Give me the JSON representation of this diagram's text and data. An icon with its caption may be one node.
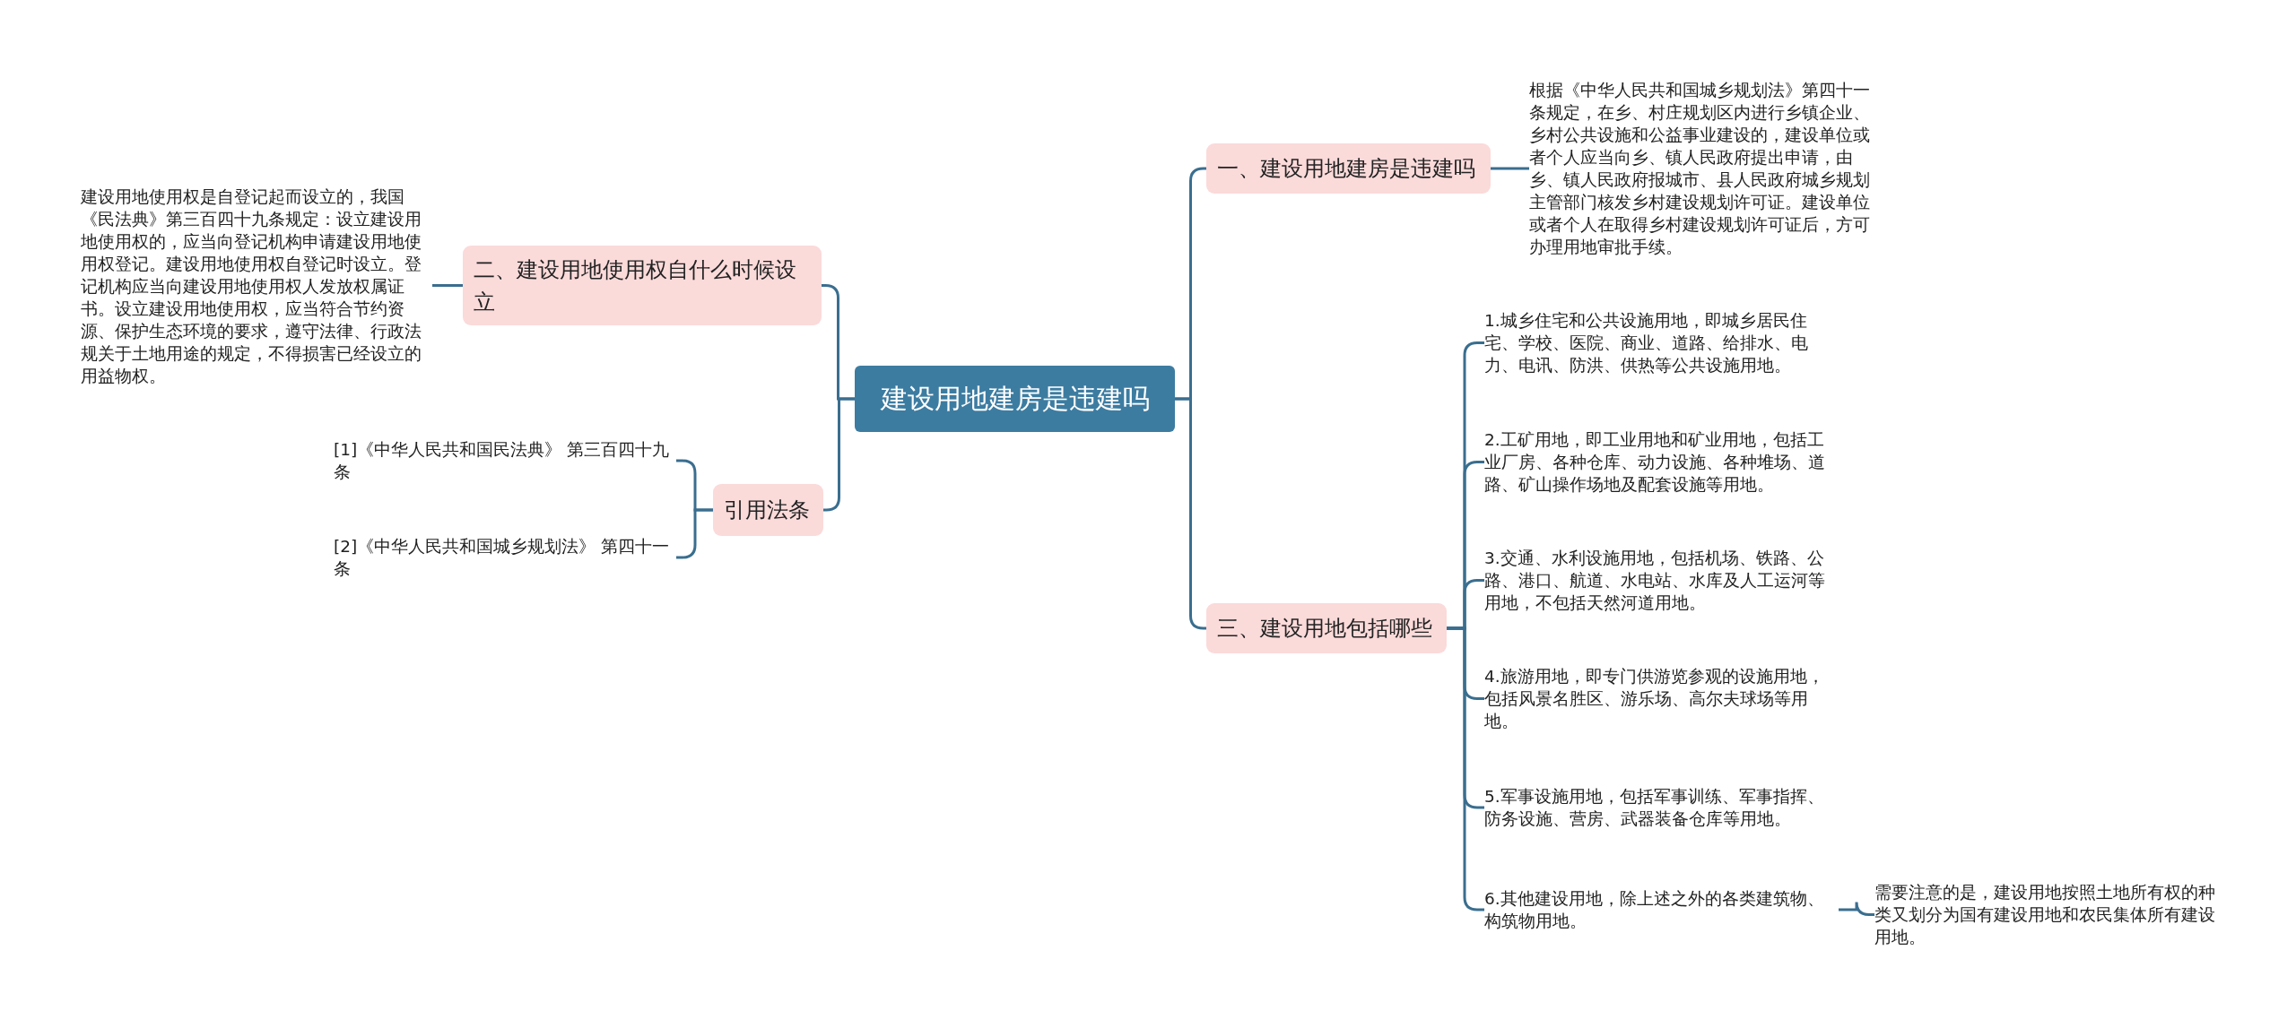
{
  "diagram": {
    "nodes": [
      {
        "text": [
          "建设用地建房是违建吗"
        ]
      },
      {
        "text": [
          "一、建设用地建房是违建吗"
        ]
      },
      {
        "text": [
          "根据《中华人民共和国城乡规划法》第四十一条规定，在乡、村庄规划区内进行乡镇企业、乡村公共设施和公益事业建设的，建设单位或者个人应当向乡、镇人民政府提出申请，由乡、镇人民政府报城市、县人民政府城乡规划主管部门核发乡村建设规划许可证。建设单位或者个人在取得乡村建设规划许可证后，方可办理用地审批手续。"
        ]
      },
      {
        "text": [
          "二、建设用地使用权自什么时候设立"
        ]
      },
      {
        "text": [
          "建设用地使用权是自登记起而设立的，我国《民法典》第三百四十九条规定：设立建设用地使用权的，应当向登记机构申请建设用地使用权登记。建设用地使用权自登记时设立。登记机构应当向建设用地使用权人发放权属证书。设立建设用地使用权，应当符合节约资源、保护生态环境的要求，遵守法律、行政法规关于土地用途的规定，不得损害已经设立的用益物权。"
        ]
      },
      {
        "text": [
          "引用法条"
        ]
      },
      {
        "text": [
          "[1]《中华人民共和国民法典》 第三百四十九条"
        ]
      },
      {
        "text": [
          "[2]《中华人民共和国城乡规划法》 第四十一条"
        ]
      },
      {
        "text": [
          "三、建设用地包括哪些"
        ]
      },
      {
        "text": [
          "1.城乡住宅和公共设施用地，即城乡居民住宅、学校、医院、商业、道路、给排水、电力、电讯、防洪、供热等公共设施用地。"
        ]
      },
      {
        "text": [
          "2.工矿用地，即工业用地和矿业用地，包括工业厂房、各种仓库、动力设施、各种堆场、道路、矿山操作场地及配套设施等用地。"
        ]
      },
      {
        "text": [
          "3.交通、水利设施用地，包括机场、铁路、公路、港口、航道、水电站、水库及人工运河等用地，不包括天然河道用地。"
        ]
      },
      {
        "text": [
          "4.旅游用地，即专门供游览参观的设施用地，包括风景名胜区、游乐场、高尔夫球场等用地。"
        ]
      },
      {
        "text": [
          "5.军事设施用地，包括军事训练、军事指挥、防务设施、营房、武器装备仓库等用地。"
        ]
      },
      {
        "text": [
          "6.其他建设用地，除上述之外的各类建筑物、构筑物用地。"
        ]
      },
      {
        "text": [
          "需要注意的是，建设用地按照土地所有权的种类又划分为国有建设用地和农民集体所有建设用地。"
        ]
      }
    ],
    "edges": [
      {
        "from": 0,
        "to": 1,
        "arrow": "none"
      },
      {
        "from": 1,
        "to": 2,
        "arrow": "none"
      },
      {
        "from": 0,
        "to": 3,
        "arrow": "none"
      },
      {
        "from": 3,
        "to": 4,
        "arrow": "none"
      },
      {
        "from": 0,
        "to": 5,
        "arrow": "none"
      },
      {
        "from": 5,
        "to": 6,
        "arrow": "none"
      },
      {
        "from": 5,
        "to": 7,
        "arrow": "none"
      },
      {
        "from": 0,
        "to": 8,
        "arrow": "none"
      },
      {
        "from": 8,
        "to": 9,
        "arrow": "none"
      },
      {
        "from": 8,
        "to": 10,
        "arrow": "none"
      },
      {
        "from": 8,
        "to": 11,
        "arrow": "none"
      },
      {
        "from": 8,
        "to": 12,
        "arrow": "none"
      },
      {
        "from": 8,
        "to": 13,
        "arrow": "none"
      },
      {
        "from": 8,
        "to": 14,
        "arrow": "none"
      },
      {
        "from": 14,
        "to": 15,
        "arrow": "none"
      }
    ]
  }
}
